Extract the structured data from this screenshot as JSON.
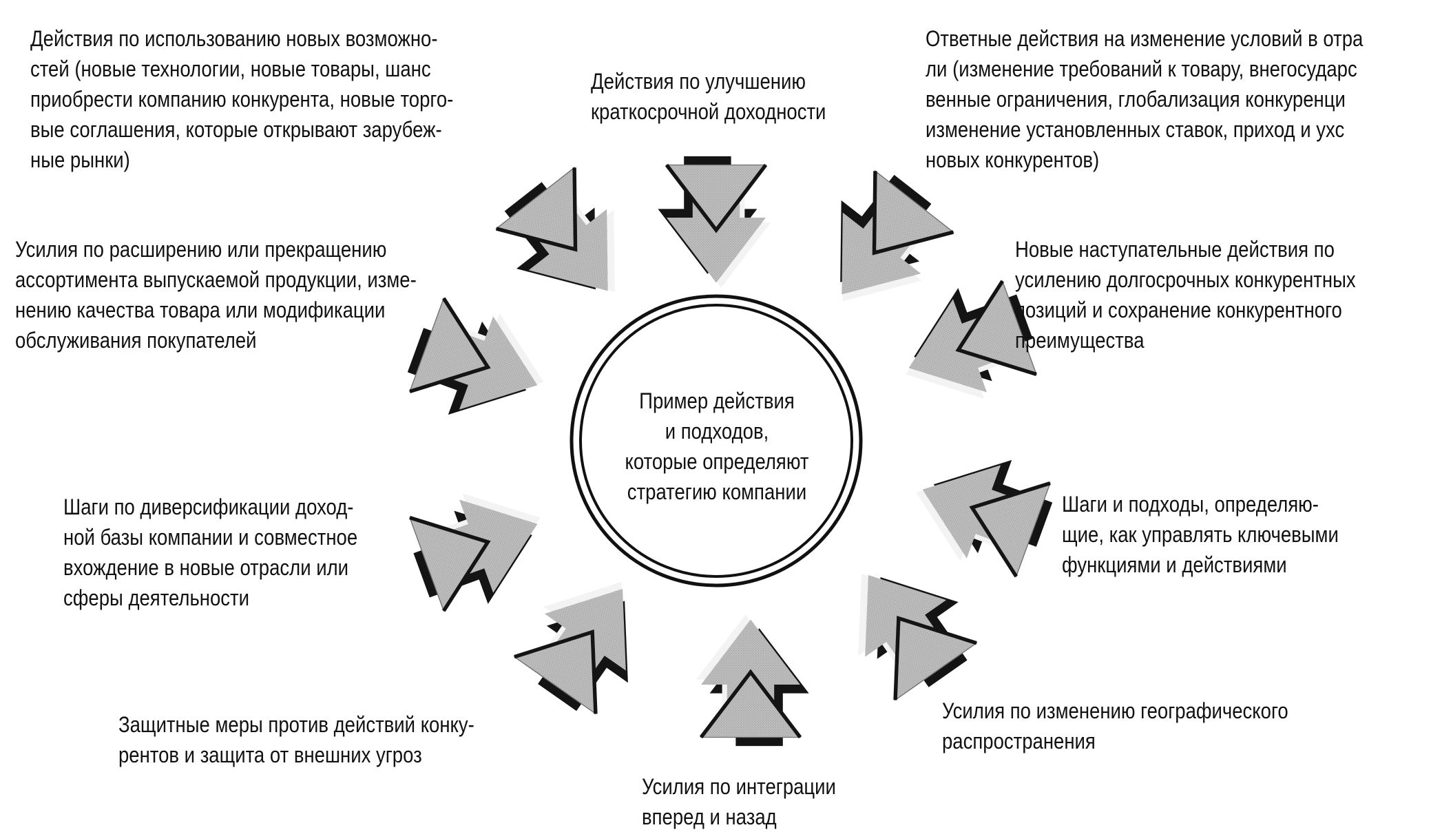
{
  "center": {
    "text": "Пример действия\nи подходов,\nкоторые определяют\nстратегию компании"
  },
  "labels": {
    "new_opportunities": "Действия по использованию новых возможно-\nстей (новые технологии, новые товары, шанс\nприобрести компанию конкурента, новые торго-\nвые соглашения, которые открывают зарубеж-\nные рынки)",
    "short_term_profit": "Действия по улучшению\nкраткосрочной доходности",
    "industry_changes": "Ответные действия на изменение условий в отра\nли (изменение требований к товару, внегосударс\nвенные ограничения, глобализация конкуренци\nизменение установленных ставок, приход и ухс\nновых конкурентов)",
    "product_range": "Усилия по расширению или прекращению\nассортимента выпускаемой продукции, изме-\nнению качества товара или модификации\nобслуживания покупателей",
    "offensive_actions": "Новые наступательные действия по\nусилению долгосрочных конкурентных\nпозиций и сохранение конкурентного\nпреимущества",
    "diversification": "Шаги по диверсификации доход-\nной базы компании и совместное\nвхождение в новые отрасли или\nсферы деятельности",
    "key_functions": "Шаги и подходы, определяю-\nщие, как управлять ключевыми\nфункциями и действиями",
    "defensive_measures": "Защитные меры против действий конку-\nрентов и защита от внешних угроз",
    "geographic": "Усилия по изменению географического\nраспространения",
    "integration": "Усилия по интеграции\nвперед и назад"
  },
  "colors": {
    "arrow_face": "#b9b9b9",
    "arrow_shadow": "#141414",
    "arrow_bevel": "#f3f3f3",
    "ring": "#111111"
  }
}
